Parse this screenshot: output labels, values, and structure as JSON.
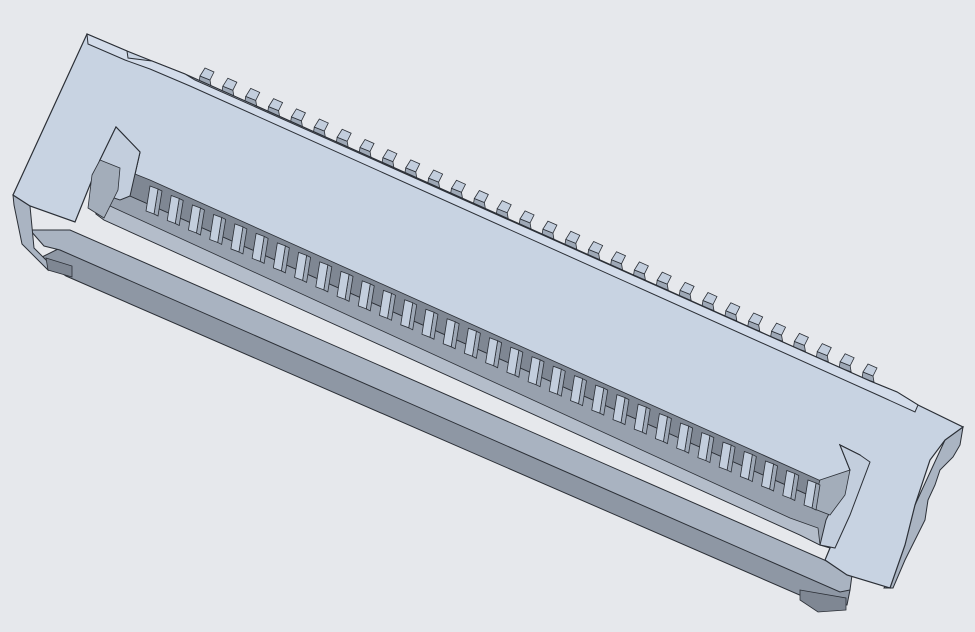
{
  "scene": {
    "subject": "fpc-connector-3d-model",
    "colors": {
      "background": "#e6e8ec",
      "body_top": "#c8d3e2",
      "body_front": "#a9b3c1",
      "body_side": "#b7c1cf",
      "slot_floor": "#98a1ae",
      "slot_wall": "#7f8793",
      "edge": "#2b2f36",
      "pin_top": "#c3cedd",
      "pin_front": "#9ea8b6"
    },
    "front_pin_count": 32,
    "back_pin_count": 30
  }
}
